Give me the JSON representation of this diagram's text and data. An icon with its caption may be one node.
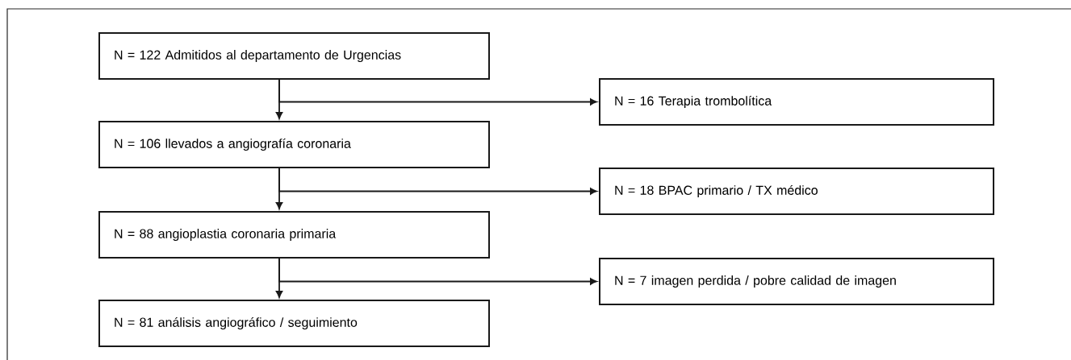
{
  "diagram": {
    "nodes": [
      {
        "text": [
          "N = 122 Admitidos al departamento de Urgencias"
        ]
      },
      {
        "text": [
          "N = 16 Terapia trombolítica"
        ]
      },
      {
        "text": [
          "N = 106 llevados a angiografía coronaria"
        ]
      },
      {
        "text": [
          "N = 18 BPAC primario / TX médico"
        ]
      },
      {
        "text": [
          "N = 88 angioplastia coronaria primaria"
        ]
      },
      {
        "text": [
          "N = 7 imagen perdida / pobre calidad de imagen"
        ]
      },
      {
        "text": [
          "N = 81 análisis angiográfico / seguimiento"
        ]
      }
    ],
    "edges": [
      {
        "from": 0,
        "to": 2,
        "arrow": "to"
      },
      {
        "from": 0,
        "to": 1,
        "arrow": "to"
      },
      {
        "from": 2,
        "to": 4,
        "arrow": "to"
      },
      {
        "from": 2,
        "to": 3,
        "arrow": "to"
      },
      {
        "from": 4,
        "to": 6,
        "arrow": "to"
      },
      {
        "from": 4,
        "to": 5,
        "arrow": "to"
      }
    ]
  }
}
